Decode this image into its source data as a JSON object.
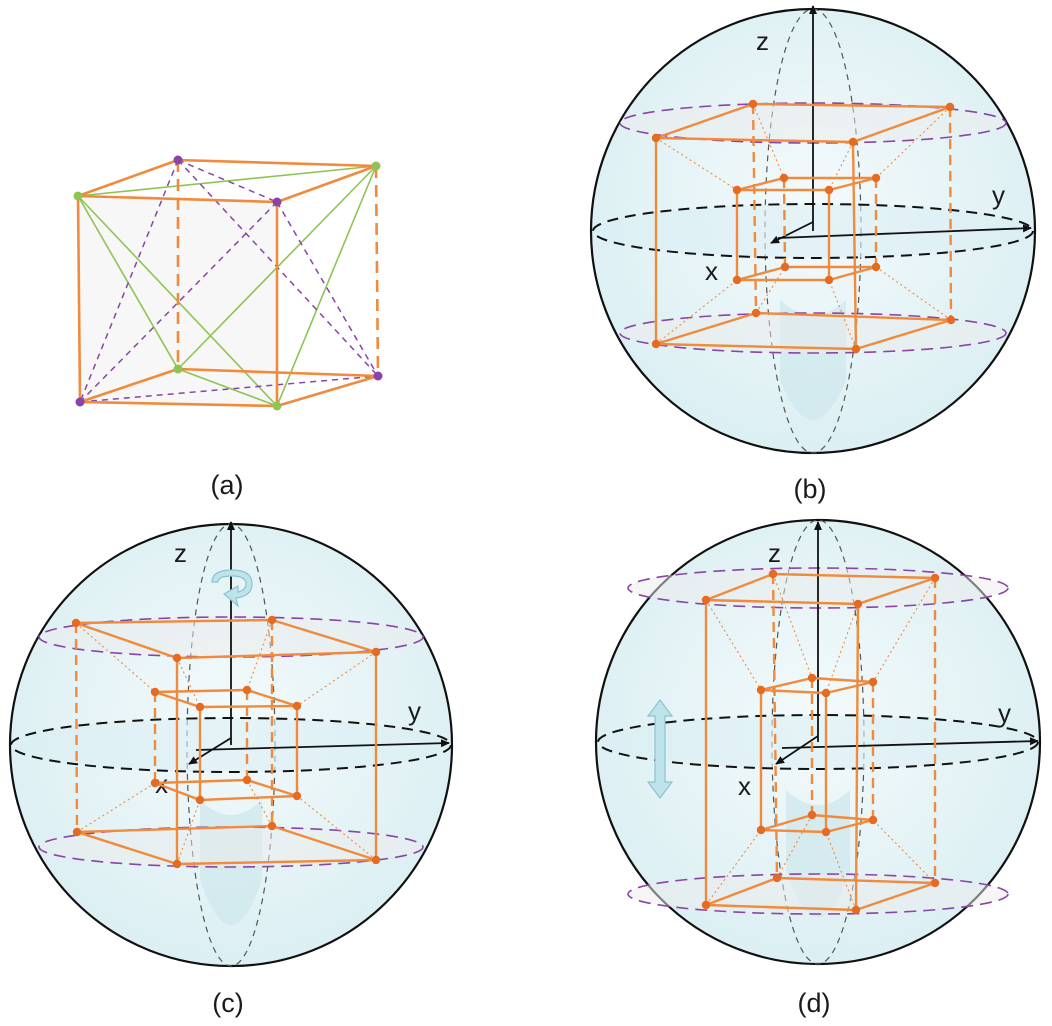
{
  "captions": {
    "a": "(a)",
    "b": "(b)",
    "c": "(c)",
    "d": "(d)"
  },
  "axes": {
    "x": "x",
    "y": "y",
    "z": "z"
  },
  "colors": {
    "edge": "#f08a3c",
    "vertex": "#e56a22",
    "green": "#8fc454",
    "purple": "#8a44a8",
    "equator_ring": "#8a44a8",
    "sphere_fill": "#e6f3f6",
    "sphere_stroke": "#111111",
    "arrow_fill": "#bfe3ea"
  },
  "icons": {
    "c": "rotate-arrow-icon",
    "d": "vertical-double-arrow-icon"
  }
}
